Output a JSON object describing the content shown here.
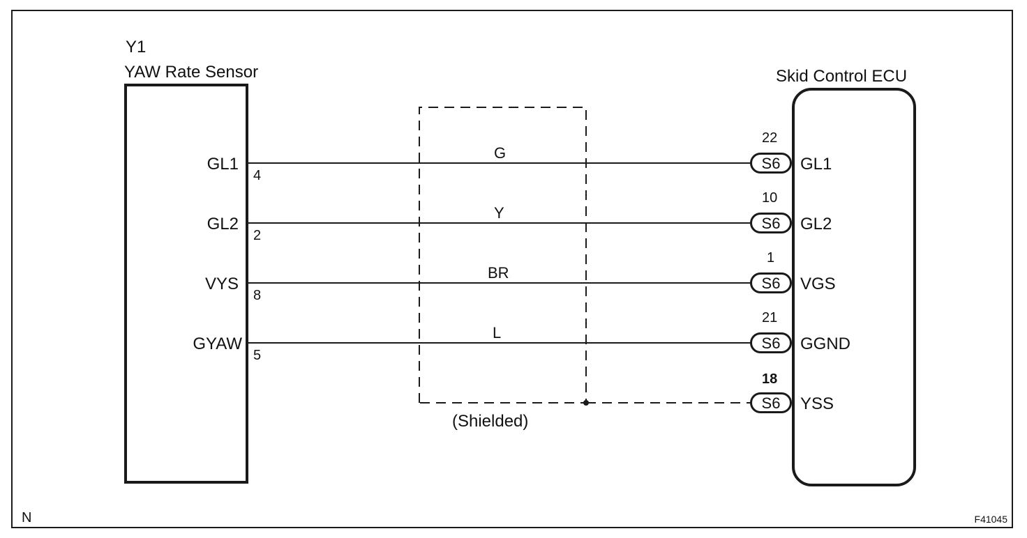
{
  "sensor": {
    "code": "Y1",
    "name": "YAW Rate Sensor",
    "terminals": [
      {
        "name": "GL1",
        "pin": "4"
      },
      {
        "name": "GL2",
        "pin": "2"
      },
      {
        "name": "VYS",
        "pin": "8"
      },
      {
        "name": "GYAW",
        "pin": "5"
      }
    ]
  },
  "ecu": {
    "name": "Skid Control ECU",
    "terminals": [
      {
        "pin": "22",
        "connector": "S6",
        "name": "GL1"
      },
      {
        "pin": "10",
        "connector": "S6",
        "name": "GL2"
      },
      {
        "pin": "1",
        "connector": "S6",
        "name": "VGS"
      },
      {
        "pin": "21",
        "connector": "S6",
        "name": "GGND"
      },
      {
        "pin": "18",
        "connector": "S6",
        "name": "YSS"
      }
    ]
  },
  "wires": [
    {
      "color": "G"
    },
    {
      "color": "Y"
    },
    {
      "color": "BR"
    },
    {
      "color": "L"
    }
  ],
  "shield_label": "(Shielded)",
  "corner_label": "N",
  "figure_id": "F41045"
}
